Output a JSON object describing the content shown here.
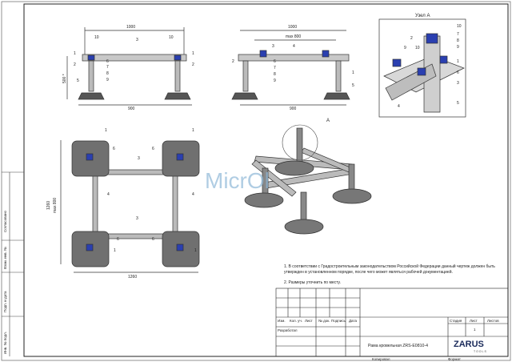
{
  "views": {
    "front": {
      "dim_top": "1000",
      "dim_bottom": "900",
      "dim_height": "500 *",
      "callouts": [
        "10",
        "3",
        "10",
        "1",
        "2",
        "6",
        "7",
        "8",
        "9",
        "1",
        "2",
        "5"
      ]
    },
    "side": {
      "dim_top": "1000",
      "dim_max": "max 800",
      "dim_bottom": "900",
      "callouts": [
        "3",
        "4",
        "2",
        "6",
        "7",
        "8",
        "9",
        "1",
        "5"
      ]
    },
    "node": {
      "title": "Узел А",
      "callouts": [
        "10",
        "2",
        "9",
        "10",
        "7",
        "8",
        "9",
        "6",
        "3",
        "1",
        "4",
        "5"
      ]
    },
    "plan": {
      "dim_side": "1260",
      "dim_max": "max 800",
      "dim_bottom": "1260",
      "callouts": [
        "1",
        "1",
        "6",
        "6",
        "3",
        "4",
        "4",
        "3",
        "1",
        "6",
        "6",
        "1"
      ]
    },
    "iso": {
      "label": "A"
    }
  },
  "notes": [
    "1. В соответствии с Градостроительным законодательством Российской Федерации данный чертеж должен быть утвержден в установленном порядке, после чего может являться рабочей документацией.",
    "2. Размеры уточнить по месту."
  ],
  "side_labels": [
    "Согласовано",
    "Взам. инв. №",
    "Подп. и дата",
    "Инв. № подл."
  ],
  "title_block": {
    "headers": [
      "Изм.",
      "Кол. уч.",
      "Лист",
      "№ док.",
      "Подпись",
      "Дата"
    ],
    "developer": "Разработал",
    "stage": "Стадия",
    "sheet": "Лист",
    "sheets": "Листов",
    "sheet_no": "1",
    "doc_name": "Рама кровельная ZRS-E0810-4",
    "copied": "Копировал",
    "format": "Формат",
    "logo": "ZARUS",
    "logo_sub": "TOOLS"
  }
}
